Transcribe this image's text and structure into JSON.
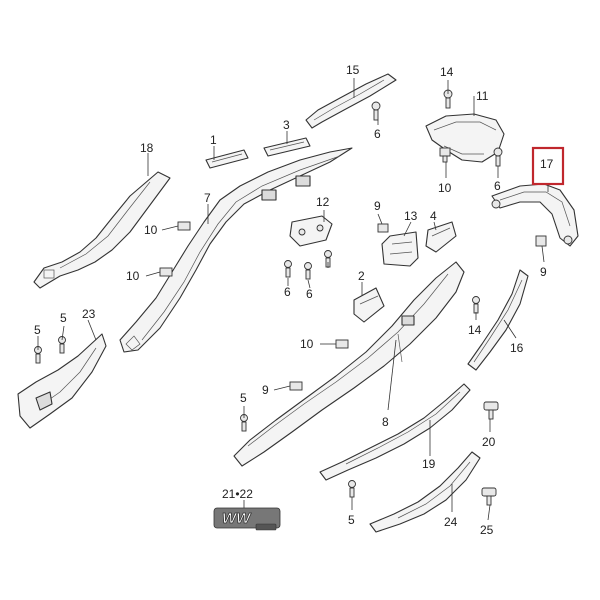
{
  "callouts": {
    "c1": "1",
    "c2": "2",
    "c3": "3",
    "c4": "4",
    "c5a": "5",
    "c5b": "5",
    "c5c": "5",
    "c5d": "5",
    "c6a": "6",
    "c6b": "6",
    "c6c": "6",
    "c6d": "6",
    "c7": "7",
    "c8": "8",
    "c9a": "9",
    "c9b": "9",
    "c9c": "9",
    "c10a": "10",
    "c10b": "10",
    "c10c": "10",
    "c10d": "10",
    "c11": "11",
    "c12": "12",
    "c13": "13",
    "c14a": "14",
    "c14b": "14",
    "c15": "15",
    "c16": "16",
    "c17": "17",
    "c18": "18",
    "c19": "19",
    "c20": "20",
    "c21_22": "21•22",
    "c23": "23",
    "c24": "24",
    "c25": "25"
  },
  "highlighted_part": "17",
  "highlight_color": "#c0272d",
  "emblem": {
    "text": "WW"
  }
}
